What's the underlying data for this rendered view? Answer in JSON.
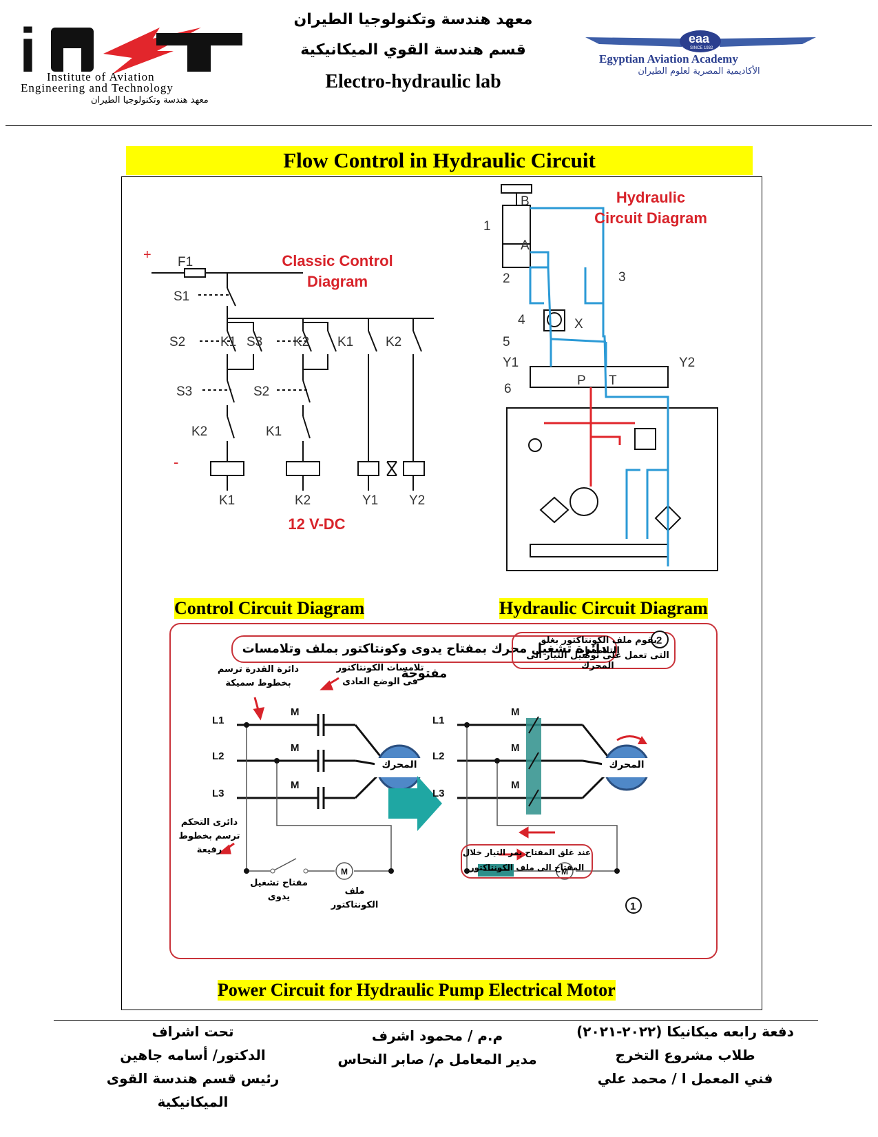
{
  "header": {
    "left_logo": {
      "letters": "iAET",
      "line1": "Institute of Aviation",
      "line2": "Engineering and Technology",
      "line3_ar": "معهد هندسة وتكنولوجيا الطيران"
    },
    "center": {
      "line1": "معهد هندسة وتكنولوجيا الطيران",
      "line2": "قسم هندسة القوي الميكانيكية",
      "line3": "Electro-hydraulic  lab"
    },
    "right_logo": {
      "badge": "eaa",
      "badge_sub": "SINCE 1932",
      "name_en": "Egyptian Aviation Academy",
      "name_ar": "الأكاديمية المصرية لعلوم الطيران"
    }
  },
  "title": "Flow Control in Hydraulic Circuit",
  "control_diagram": {
    "label": "Classic Control Diagram",
    "voltage": "12 V-DC",
    "plus": "+",
    "minus": "-",
    "components": {
      "f1": "F1",
      "s1": "S1",
      "s2": "S2",
      "s3": "S3",
      "k1": "K1",
      "k2": "K2",
      "s3b": "S3",
      "s2b": "S2",
      "k2b": "K2",
      "k1b": "K1",
      "y1": "Y1",
      "y2": "Y2"
    }
  },
  "hydraulic_diagram": {
    "label": "Hydraulic Circuit Diagram",
    "components": {
      "n1": "1",
      "n2": "2",
      "n3": "3",
      "n4": "4",
      "n5": "5",
      "n6": "6",
      "a": "A",
      "b": "B",
      "x": "X",
      "p": "P",
      "t": "T",
      "y1": "Y1",
      "y2": "Y2"
    }
  },
  "captions": {
    "control": "Control  Circuit Diagram",
    "hydraulic": "Hydraulic Circuit Diagram",
    "power": "Power Circuit for Hydraulic Pump Electrical Motor"
  },
  "power_circuit": {
    "title_ar": "دائرة تشغيل محرك بمفتاح يدوى وكونتاكتور بملف وتلامسات مفتوحة",
    "note2_num": "2",
    "note2_line1": "يقوم ملف الكونتاكتور   بغلق التلامسات",
    "note2_line2": "التى تعمل على توصيل التيار الى المحرك",
    "power_lines_line1": "دائرة القدرة ترسم",
    "power_lines_line2": "بخطوط سميكة",
    "contacts_line1": "تلامسات الكونتاكتور",
    "contacts_line2": "فى الوضع العادى",
    "control_lines_line1": "دائرى التحكم",
    "control_lines_line2": "ترسم بخطوط",
    "control_lines_line3": "رفيعة",
    "switch_line1": "مفتاح تشغيل",
    "switch_line2": "يدوى",
    "coil_line1": "ملف",
    "coil_line2": "الكونتاكتور",
    "motor": "المحرك",
    "note1_num": "1",
    "note1_line1": "عند غلق المفتاح يمر التيار خلال",
    "note1_line2": "المفتاح الى ملف الكونتاكتور",
    "phases": [
      "L1",
      "L2",
      "L3"
    ],
    "contact_mark": "M",
    "coil_mark": "M"
  },
  "footer": {
    "right": {
      "line1": "دفعة رابعه ميكانيكا (٢٠٢٢-٢٠٢١)",
      "line2": "طلاب مشروع التخرج",
      "line3": "فني المعمل ا / محمد علي"
    },
    "center": {
      "line1": "م.م / محمود اشرف",
      "line2": "مدير المعامل م/ صابر النحاس"
    },
    "left": {
      "line1": "تحت اشراف",
      "line2": "الدكتور/ أسامه جاهين",
      "line3": "رئيس قسم هندسة القوى الميكانيكية"
    }
  },
  "colors": {
    "highlight": "#ffff00",
    "diagram_red": "#d8232a",
    "pressure_line": "#e0262b",
    "tank_line": "#2b9ad6",
    "contactor_teal": "#2d8f8b",
    "motor_blue": "#4f88c8",
    "arrow_teal": "#1fa7a3"
  }
}
